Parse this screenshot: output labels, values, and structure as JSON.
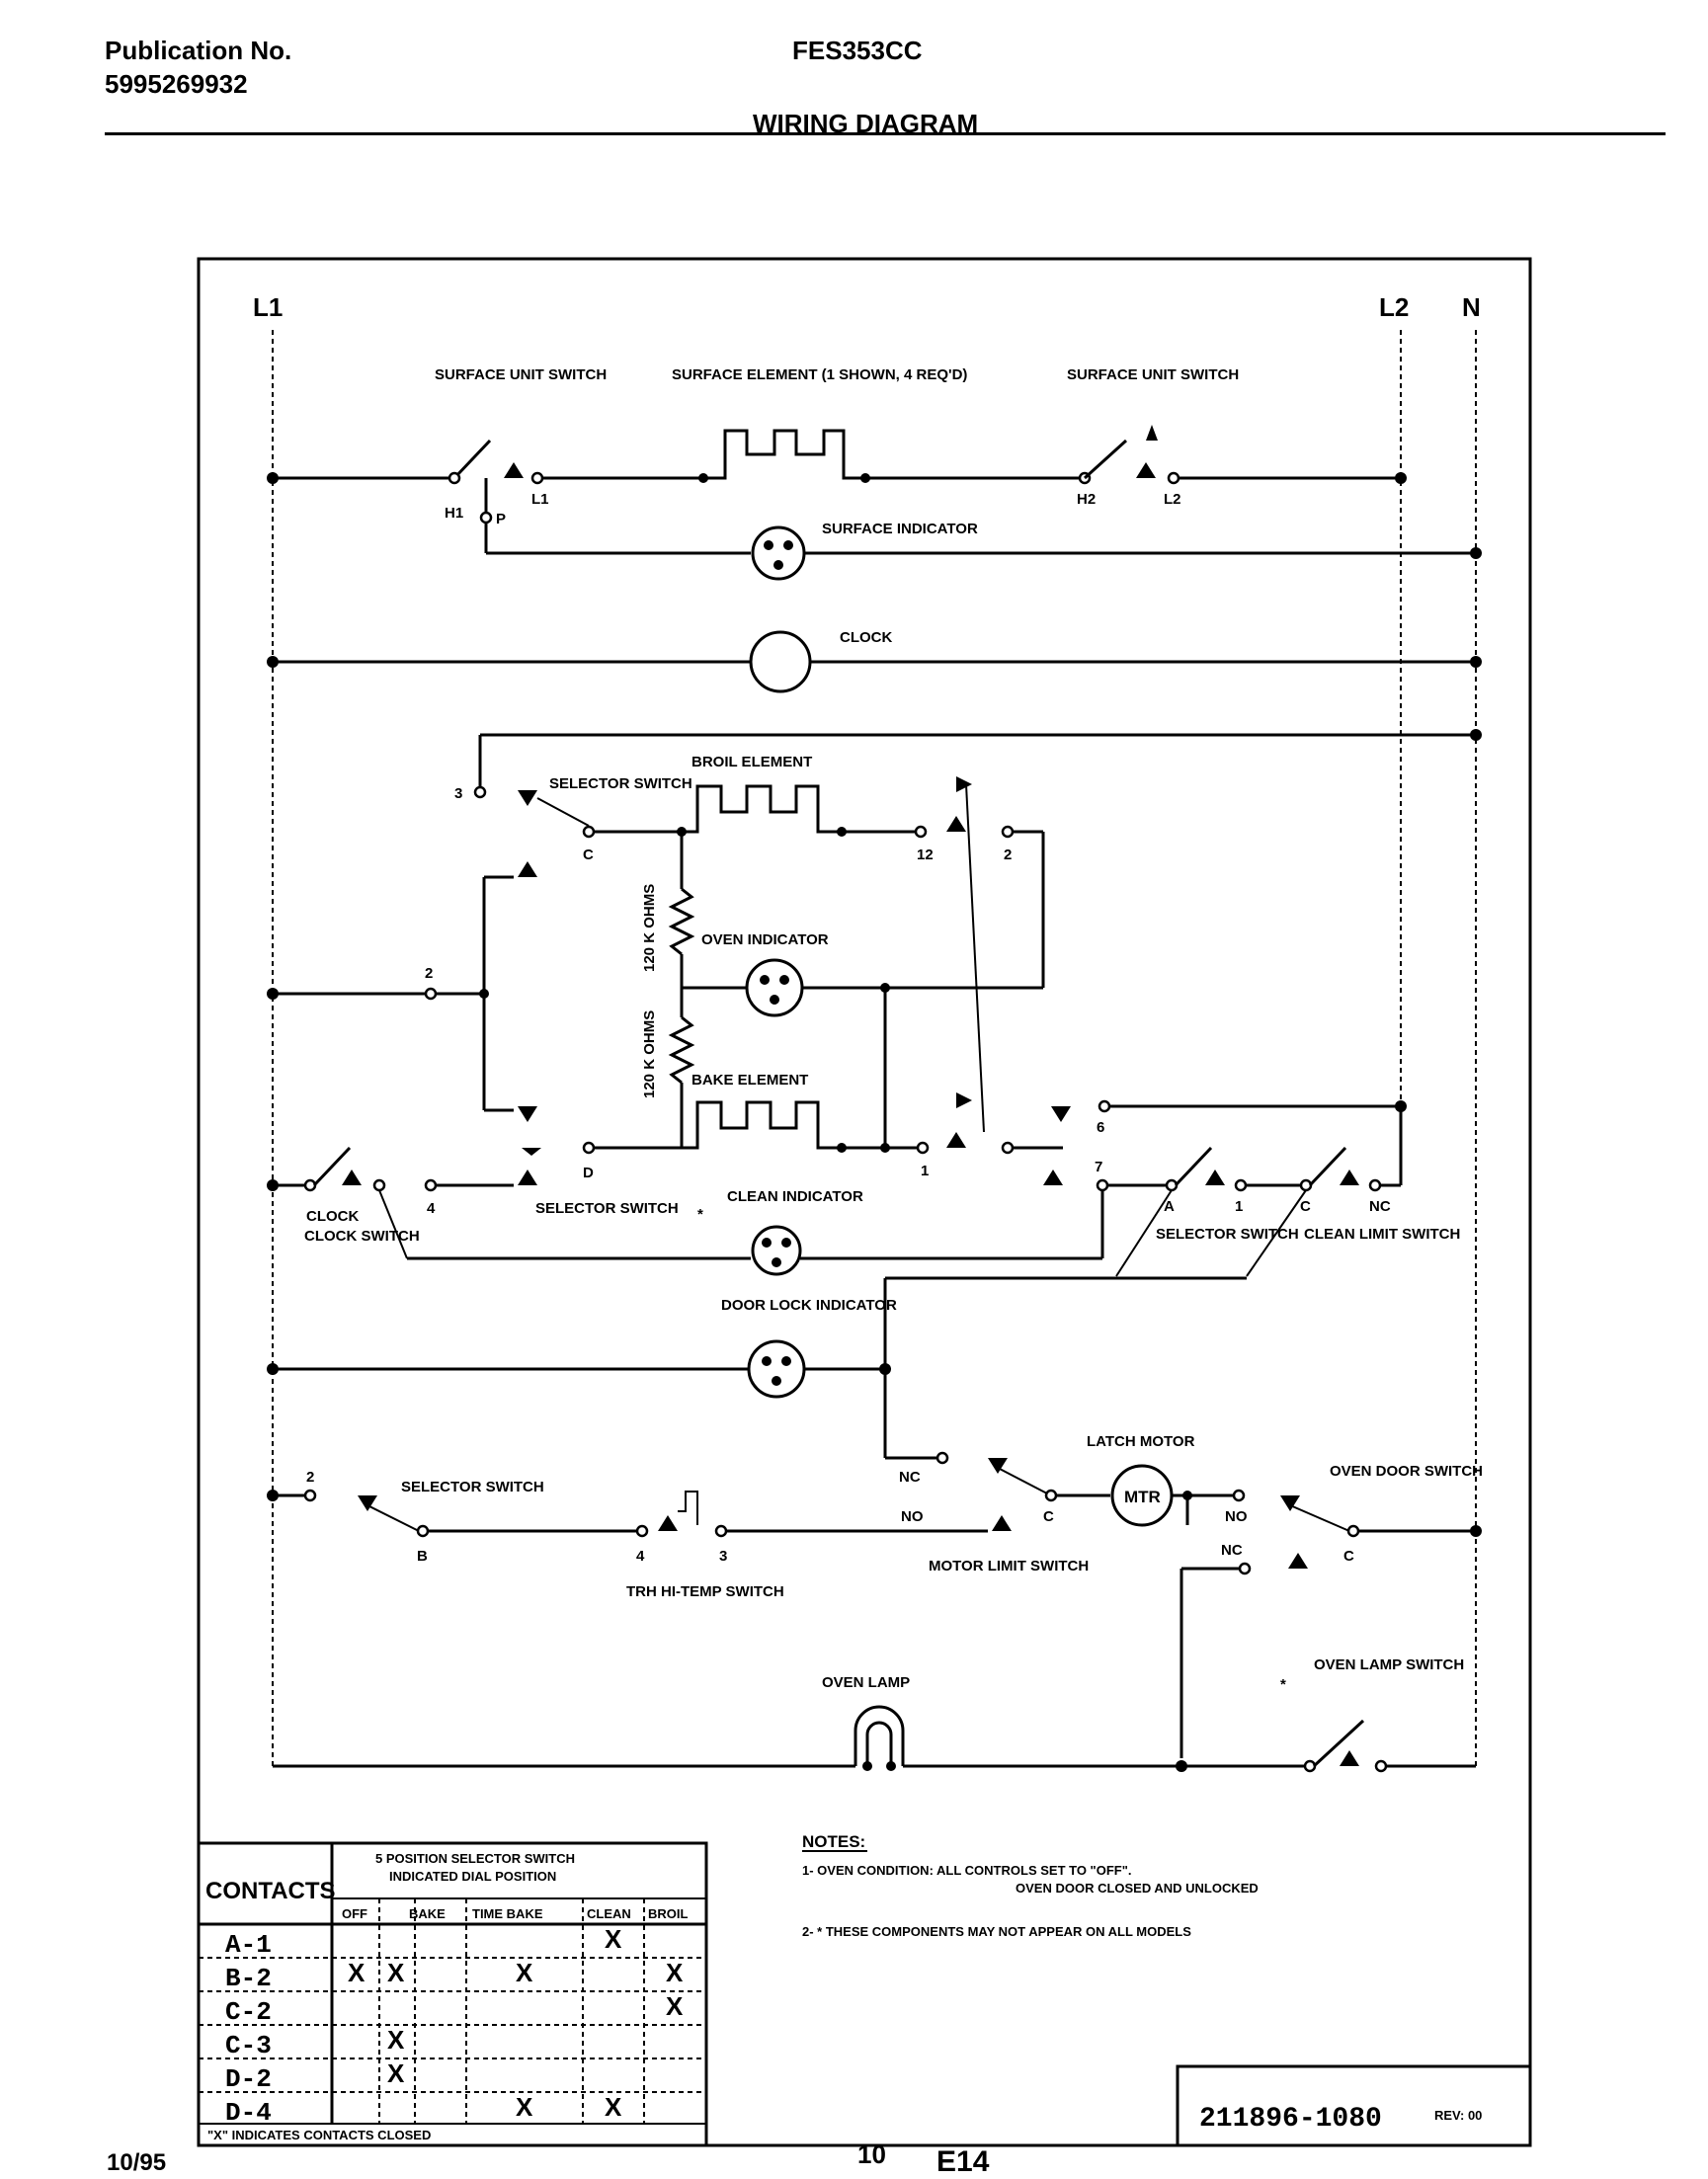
{
  "header": {
    "publication_label": "Publication No.",
    "publication_number": "5995269932",
    "model": "FES353CC",
    "title": "WIRING DIAGRAM"
  },
  "footer": {
    "date": "10/95",
    "page": "10",
    "code": "E14"
  },
  "lines": {
    "l1": "L1",
    "l2": "L2",
    "n": "N"
  },
  "components": {
    "surface_unit_switch_left": "SURFACE UNIT SWITCH",
    "surface_element": "SURFACE ELEMENT (1 SHOWN, 4 REQ'D)",
    "surface_unit_switch_right": "SURFACE UNIT SWITCH",
    "surface_indicator": "SURFACE INDICATOR",
    "clock": "CLOCK",
    "selector_switch": "SELECTOR SWITCH",
    "broil_element": "BROIL ELEMENT",
    "oven_indicator": "OVEN INDICATOR",
    "resistor_ohms": "120 K OHMS",
    "bake_element": "BAKE ELEMENT",
    "clock_switch": "CLOCK SWITCH",
    "clean_indicator": "CLEAN INDICATOR",
    "clean_limit_switch": "CLEAN LIMIT SWITCH",
    "door_lock_indicator": "DOOR LOCK INDICATOR",
    "latch_motor": "LATCH MOTOR",
    "motor_label": "MTR",
    "oven_door_switch": "OVEN DOOR SWITCH",
    "motor_limit_switch": "MOTOR LIMIT SWITCH",
    "trh_switch": "TRH HI-TEMP SWITCH",
    "oven_lamp": "OVEN LAMP",
    "oven_lamp_switch": "OVEN LAMP SWITCH"
  },
  "terminals": {
    "h1": "H1",
    "p": "P",
    "l1": "L1",
    "h2": "H2",
    "l2": "L2",
    "t3": "3",
    "c": "C",
    "t12": "12",
    "t2": "2",
    "t2b": "2",
    "d": "D",
    "t1": "1",
    "t6": "6",
    "t4": "4",
    "t7": "7",
    "a": "A",
    "t1b": "1",
    "c2": "C",
    "nc": "NC",
    "nc2": "NC",
    "no": "NO",
    "c3": "C",
    "no2": "NO",
    "nc3": "NC",
    "c4": "C",
    "t2c": "2",
    "b": "B",
    "t4b": "4",
    "t3b": "3",
    "star": "*"
  },
  "table": {
    "contacts_label": "CONTACTS",
    "header_line1": "5 POSITION SELECTOR SWITCH",
    "header_line2": "INDICATED DIAL POSITION",
    "columns": [
      "OFF",
      "BAKE",
      "TIME BAKE",
      "CLEAN",
      "BROIL"
    ],
    "rows": [
      {
        "contact": "A-1",
        "marks": [
          "",
          "",
          "",
          "X",
          ""
        ]
      },
      {
        "contact": "B-2",
        "marks": [
          "X",
          "X",
          "X",
          "",
          "X"
        ]
      },
      {
        "contact": "C-2",
        "marks": [
          "",
          "",
          "",
          "",
          "X"
        ]
      },
      {
        "contact": "C-3",
        "marks": [
          "",
          "X",
          "",
          "",
          ""
        ]
      },
      {
        "contact": "D-2",
        "marks": [
          "",
          "X",
          "",
          "",
          ""
        ]
      },
      {
        "contact": "D-4",
        "marks": [
          "",
          "",
          "X",
          "X",
          ""
        ]
      }
    ],
    "footnote": "\"X\" INDICATES CONTACTS CLOSED"
  },
  "notes": {
    "title": "NOTES:",
    "note1_line1": "1- OVEN CONDITION: ALL CONTROLS SET TO \"OFF\".",
    "note1_line2": "OVEN DOOR CLOSED AND UNLOCKED",
    "note2": "2- * THESE COMPONENTS MAY NOT APPEAR ON ALL MODELS"
  },
  "doc_number": {
    "number": "211896-1080",
    "rev": "REV: 00"
  }
}
